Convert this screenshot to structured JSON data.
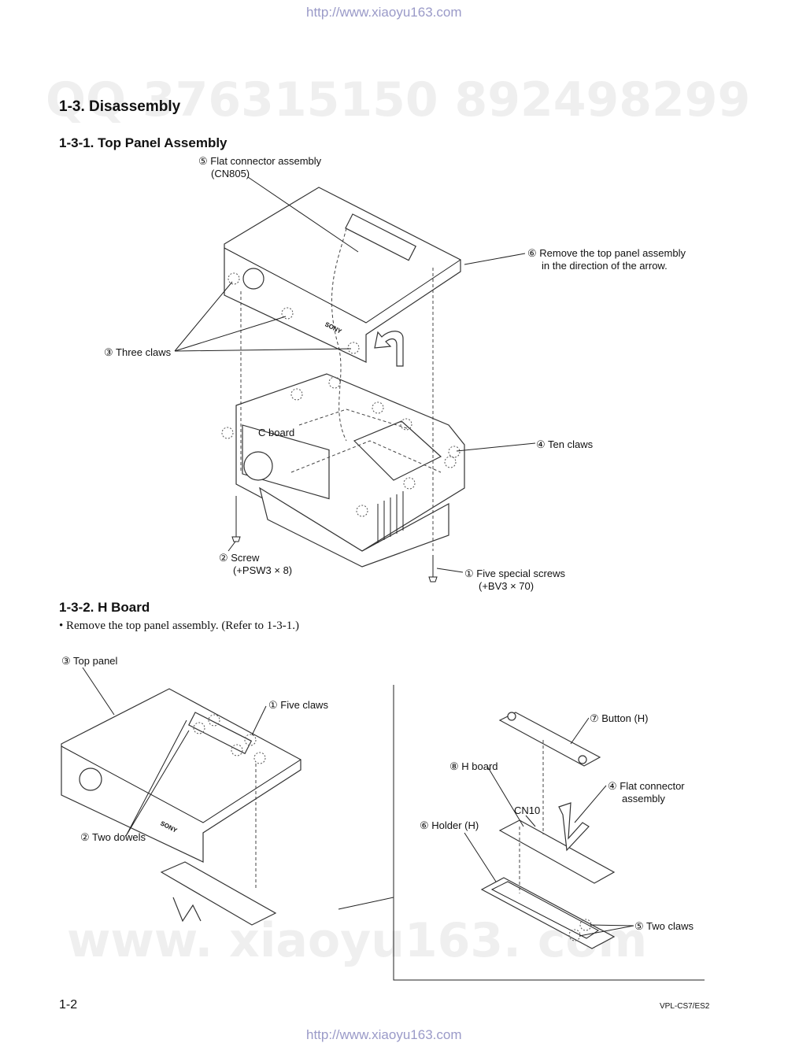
{
  "header": {
    "url": "http://www.xiaoyu163.com"
  },
  "footer": {
    "url": "http://www.xiaoyu163.com",
    "page_number": "1-2",
    "model": "VPL-CS7/ES2"
  },
  "watermarks": {
    "qq": "QQ 376315150   892498299",
    "site": "www. xiaoyu163. com"
  },
  "section": {
    "title": "1-3.   Disassembly"
  },
  "s1": {
    "title": "1-3-1.   Top Panel Assembly",
    "labels": {
      "l5_a": "⑤ Flat connector assembly",
      "l5_b": "(CN805)",
      "l6_a": "⑥ Remove the top panel assembly",
      "l6_b": "in the direction of the arrow.",
      "l3": "③ Three claws",
      "cboard": "C board",
      "l4": "④ Ten claws",
      "l2_a": "② Screw",
      "l2_b": "(+PSW3 × 8)",
      "l1_a": "① Five special screws",
      "l1_b": "(+BV3 × 70)",
      "sony": "SONY"
    }
  },
  "s2": {
    "title": "1-3-2.   H Board",
    "note": "•  Remove the top panel assembly. (Refer to 1-3-1.)",
    "labels": {
      "l3": "③ Top panel",
      "l1": "① Five claws",
      "l2": "② Two dowels",
      "l7": "⑦ Button (H)",
      "l8": "⑧ H board",
      "l4_a": "④ Flat connector",
      "l4_b": "assembly",
      "cn10": "CN10",
      "l6": "⑥ Holder (H)",
      "l5": "⑤ Two claws",
      "sony": "SONY"
    }
  }
}
